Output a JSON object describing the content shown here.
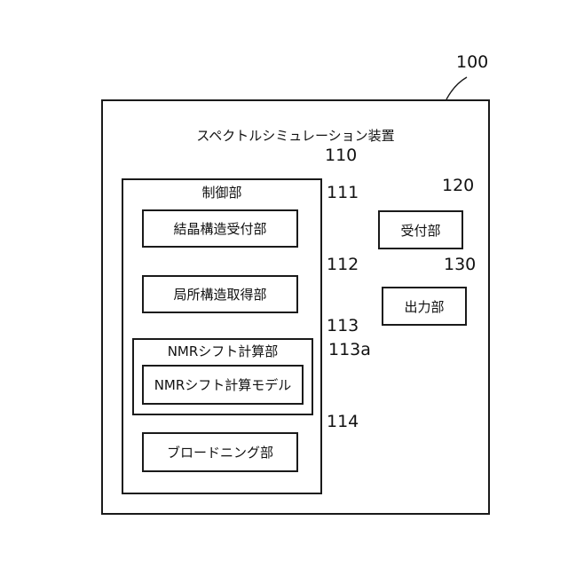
{
  "device": {
    "ref": "100",
    "title": "スペクトルシミュレーション装置"
  },
  "control_unit": {
    "ref": "110",
    "title": "制御部",
    "modules": {
      "crystal_structure_receiver": {
        "ref": "111",
        "label": "結晶構造受付部"
      },
      "local_structure_acquirer": {
        "ref": "112",
        "label": "局所構造取得部"
      },
      "nmr_shift_calculator": {
        "ref": "113",
        "label": "NMRシフト計算部",
        "model": {
          "ref": "113a",
          "label": "NMRシフト計算モデル"
        }
      },
      "broadening": {
        "ref": "114",
        "label": "ブロードニング部"
      }
    }
  },
  "receiver_unit": {
    "ref": "120",
    "label": "受付部"
  },
  "output_unit": {
    "ref": "130",
    "label": "出力部"
  }
}
